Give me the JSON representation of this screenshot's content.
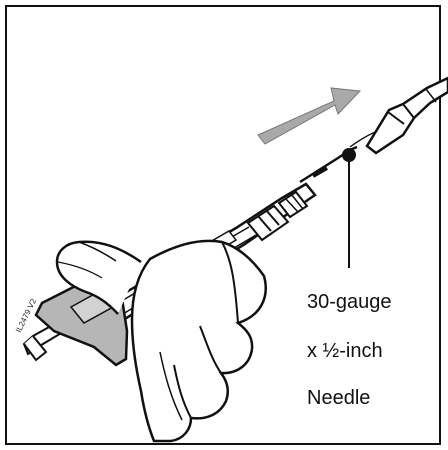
{
  "figure": {
    "code": "IL2479 V2",
    "labels": {
      "line1": "30-gauge",
      "line2": "x ½-inch",
      "line3": "Needle"
    },
    "colors": {
      "ink": "#111111",
      "arrow": "#a9a9a9",
      "plunger_disc": "#b6b6b6",
      "background": "#ffffff"
    },
    "icons": {
      "arrow": "arrow-right-up",
      "needle_cap": "needle-cap",
      "syringe": "syringe",
      "hand": "gloved-hand"
    }
  }
}
